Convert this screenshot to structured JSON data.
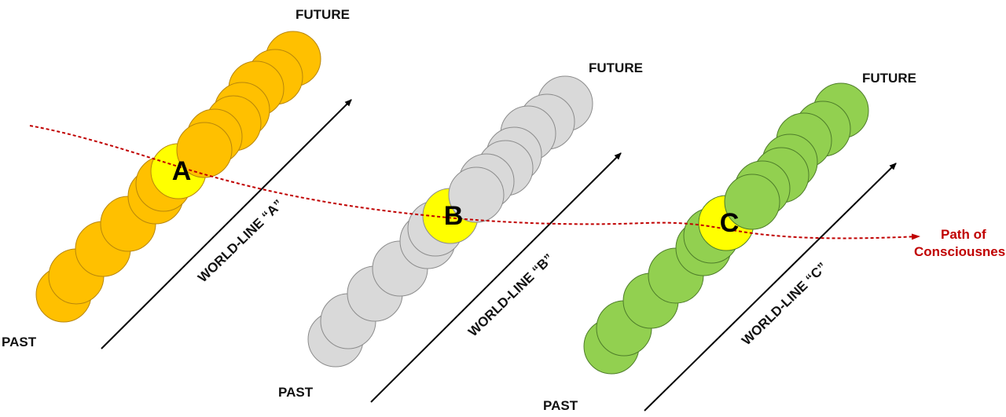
{
  "diagram": {
    "world_lines": [
      {
        "id": "A",
        "label": "WORLD-LINE “A”",
        "future_label": "FUTURE",
        "past_label": "PAST",
        "highlight_letter": "A",
        "fill_color": "#ffc000",
        "stroke_color": "#b8860b"
      },
      {
        "id": "B",
        "label": "WORLD-LINE “B”",
        "future_label": "FUTURE",
        "past_label": "PAST",
        "highlight_letter": "B",
        "fill_color": "#d9d9d9",
        "stroke_color": "#8c8c8c"
      },
      {
        "id": "C",
        "label": "WORLD-LINE “C”",
        "future_label": "FUTURE",
        "past_label": "PAST",
        "highlight_letter": "C",
        "fill_color": "#92d050",
        "stroke_color": "#4e7d2a"
      }
    ],
    "highlight_color": "#ffff00",
    "path": {
      "label_line1": "Path of",
      "label_line2": "Consciousness",
      "color": "#c00000"
    }
  }
}
